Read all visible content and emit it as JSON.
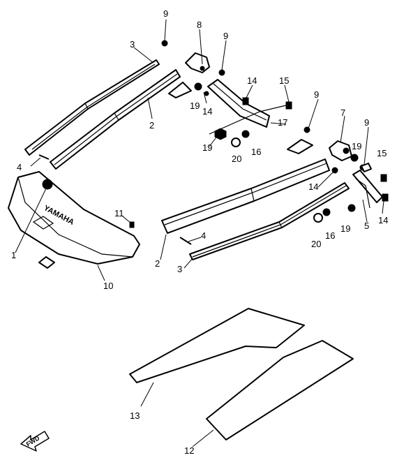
{
  "diagram": {
    "callouts": [
      {
        "id": "c1",
        "text": "1"
      },
      {
        "id": "c2a",
        "text": "2"
      },
      {
        "id": "c2b",
        "text": "2"
      },
      {
        "id": "c3a",
        "text": "3"
      },
      {
        "id": "c3b",
        "text": "3"
      },
      {
        "id": "c4a",
        "text": "4"
      },
      {
        "id": "c4b",
        "text": "4"
      },
      {
        "id": "c5",
        "text": "5"
      },
      {
        "id": "c7",
        "text": "7"
      },
      {
        "id": "c8",
        "text": "8"
      },
      {
        "id": "c9a",
        "text": "9"
      },
      {
        "id": "c9b",
        "text": "9"
      },
      {
        "id": "c9c",
        "text": "9"
      },
      {
        "id": "c9d",
        "text": "9"
      },
      {
        "id": "c10",
        "text": "10"
      },
      {
        "id": "c11",
        "text": "11"
      },
      {
        "id": "c12",
        "text": "12"
      },
      {
        "id": "c13",
        "text": "13"
      },
      {
        "id": "c14a",
        "text": "14"
      },
      {
        "id": "c14b",
        "text": "14"
      },
      {
        "id": "c14c",
        "text": "14"
      },
      {
        "id": "c14d",
        "text": "14"
      },
      {
        "id": "c15a",
        "text": "15"
      },
      {
        "id": "c15b",
        "text": "15"
      },
      {
        "id": "c16a",
        "text": "16"
      },
      {
        "id": "c16b",
        "text": "16"
      },
      {
        "id": "c17",
        "text": "17"
      },
      {
        "id": "c19a",
        "text": "19"
      },
      {
        "id": "c19b",
        "text": "19"
      },
      {
        "id": "c19c",
        "text": "19"
      },
      {
        "id": "c19d",
        "text": "19"
      },
      {
        "id": "c20a",
        "text": "20"
      },
      {
        "id": "c20b",
        "text": "20"
      }
    ],
    "bumper_logo": "YAMAHA",
    "fwd_arrow": "FWD"
  }
}
